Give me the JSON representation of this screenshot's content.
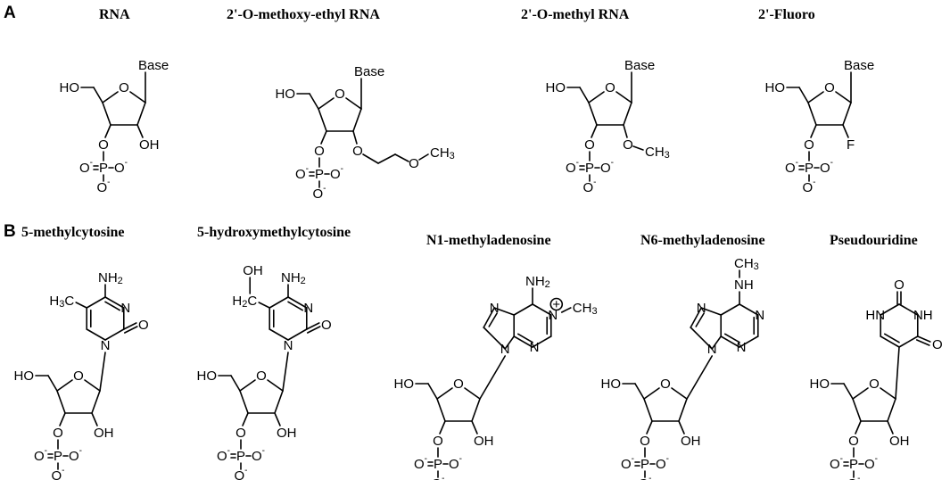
{
  "panels": [
    {
      "letter": "A"
    },
    {
      "letter": "B"
    }
  ],
  "titles": [
    "RNA",
    "2'-O-methoxy-ethyl RNA",
    "2'-O-methyl RNA",
    "2'-Fluoro",
    "5-methylcytosine",
    "5-hydroxymethylcytosine",
    "N1-methyladenosine",
    "N6-methyladenosine",
    "Pseudouridine"
  ],
  "atoms": {
    "ho": "HO",
    "oh": "OH",
    "o": "O",
    "p": "P",
    "base": "Base",
    "f": "F",
    "n": "N",
    "nh": "NH",
    "h": "H",
    "c": "C",
    "ch": "CH",
    "sub3": "3",
    "sub2": "2",
    "nh2_n": "NH",
    "minus": "-",
    "plus": "+"
  },
  "colors": {
    "ink": "#000000",
    "background": "#ffffff"
  }
}
